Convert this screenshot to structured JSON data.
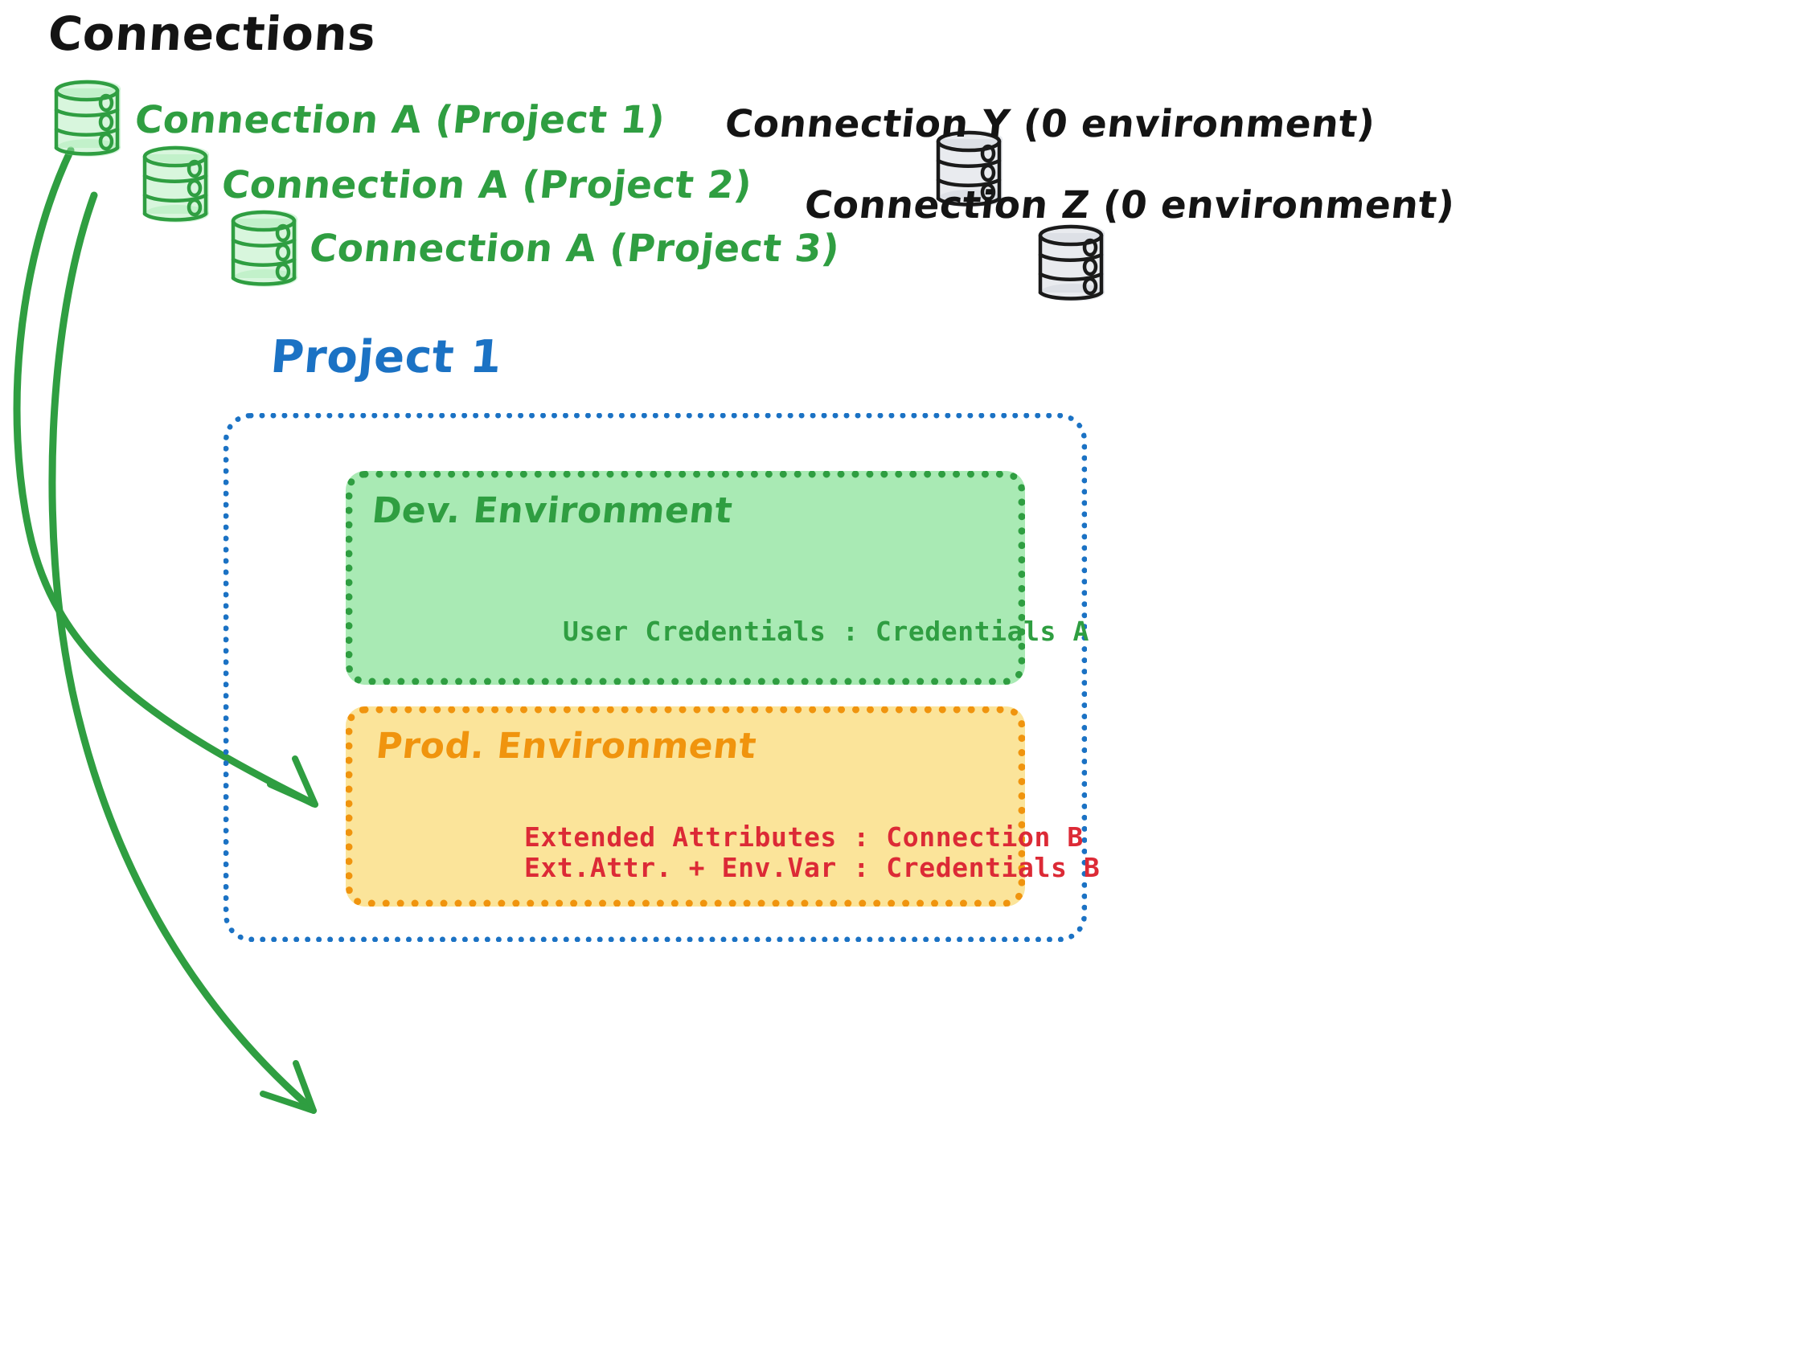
{
  "title": "Connections",
  "colors": {
    "green_stroke": "#2f9e41",
    "green_fill": "#a9eab4",
    "gray_stroke": "#1a1a1a",
    "gray_fill": "#ced3db",
    "blue": "#1b72c4",
    "orange": "#f0940e",
    "yellow_fill": "#fbe49a",
    "red": "#dc2a36",
    "black": "#141414"
  },
  "connections": [
    {
      "label": "Connection A (Project 1)",
      "color": "green",
      "icon": "database-icon"
    },
    {
      "label": "Connection A (Project 2)",
      "color": "green",
      "icon": "database-icon"
    },
    {
      "label": "Connection A (Project 3)",
      "color": "green",
      "icon": "database-icon"
    },
    {
      "label": "Connection Y (0 environment)",
      "color": "gray",
      "icon": "database-icon"
    },
    {
      "label": "Connection Z (0 environment)",
      "color": "gray",
      "icon": "database-icon"
    }
  ],
  "project": {
    "title": "Project 1",
    "environments": [
      {
        "name": "Dev. Environment",
        "color": "green",
        "lines": [
          "User Credentials : Credentials A"
        ]
      },
      {
        "name": "Prod. Environment",
        "color": "orange",
        "lines": [
          "Extended Attributes : Connection B",
          "Ext.Attr. + Env.Var : Credentials B"
        ]
      }
    ]
  },
  "arrows": [
    {
      "from": "Connection A (Project 1)",
      "to": "Dev. Environment"
    },
    {
      "from": "Connection A (Project 1)",
      "to": "Prod. Environment"
    }
  ]
}
